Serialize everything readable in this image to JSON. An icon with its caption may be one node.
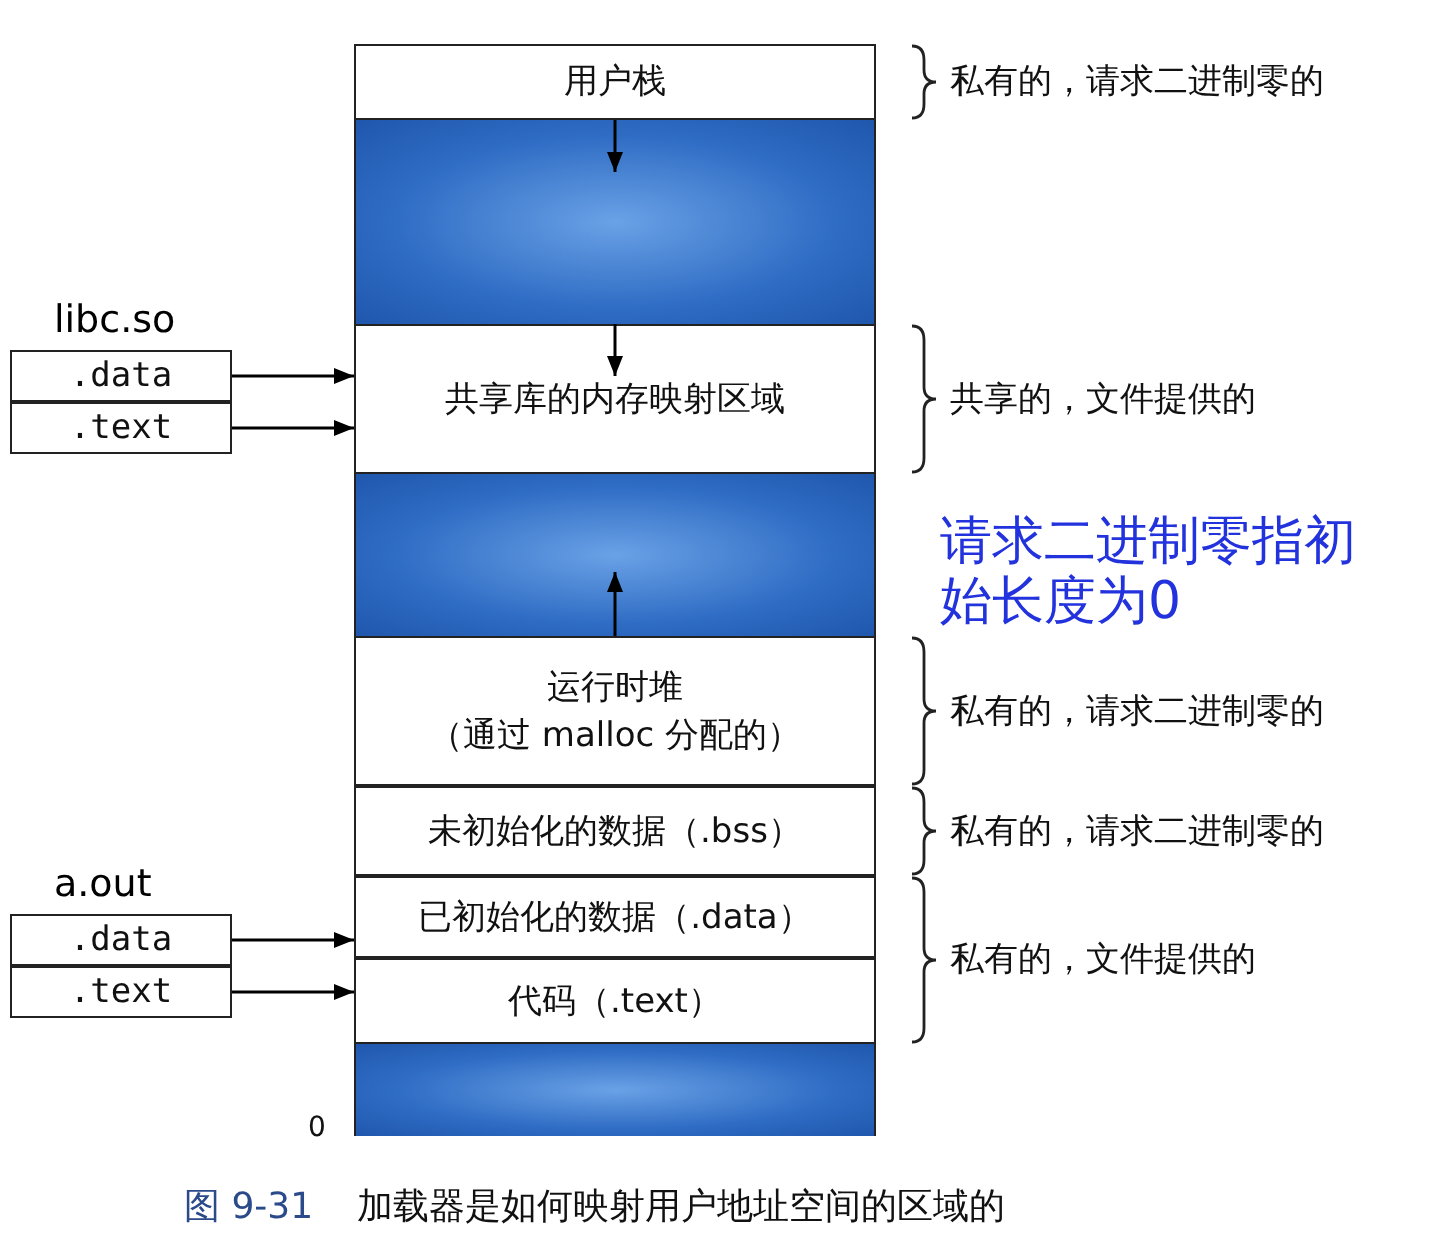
{
  "diagram": {
    "caption": "**图 9-31** 加载器是如何映射用户地址空间的区域的",
    "nodes": [
      {
        "text": [
          "用户栈"
        ],
        "beside": [
          "私有的，请求二进制零的"
        ]
      },
      {
        "text": [],
        "shape": "bar"
      },
      {
        "text": [
          "共享库的内存映射区域"
        ],
        "beside": [
          "共享的，文件提供的"
        ]
      },
      {
        "text": [],
        "shape": "bar"
      },
      {
        "text": [
          "运行时堆",
          "（通过 malloc 分配的）"
        ],
        "beside": [
          "私有的，请求二进制零的"
        ]
      },
      {
        "text": [
          "未初始化的数据（.bss）"
        ],
        "beside": [
          "私有的，请求二进制零的"
        ]
      },
      {
        "text": [
          "已初始化的数据（.data）"
        ]
      },
      {
        "text": [
          "代码（.text）"
        ]
      },
      {
        "text": [],
        "shape": "bar"
      },
      {
        "text": [
          "libc.so"
        ]
      },
      {
        "text": [
          ".data"
        ],
        "in": 9
      },
      {
        "text": [
          ".text"
        ],
        "in": 9
      },
      {
        "text": [
          "a.out"
        ]
      },
      {
        "text": [
          ".data"
        ],
        "in": 12
      },
      {
        "text": [
          ".text"
        ],
        "in": 12
      }
    ],
    "edges": [
      {
        "from": 10,
        "to": 2,
        "arrow": "to"
      },
      {
        "from": 11,
        "to": 2,
        "arrow": "to"
      },
      {
        "from": 13,
        "to": 6,
        "arrow": "to"
      },
      {
        "from": 14,
        "to": 7,
        "arrow": "to"
      },
      {
        "from": 0,
        "to": 1,
        "arrow": "to"
      },
      {
        "from": 1,
        "to": 2,
        "arrow": "to"
      },
      {
        "from": 4,
        "to": 3,
        "arrow": "to"
      }
    ],
    "labels": [
      "请求二进制零指初始长度为0",
      "私有的，文件提供的",
      "0"
    ]
  }
}
